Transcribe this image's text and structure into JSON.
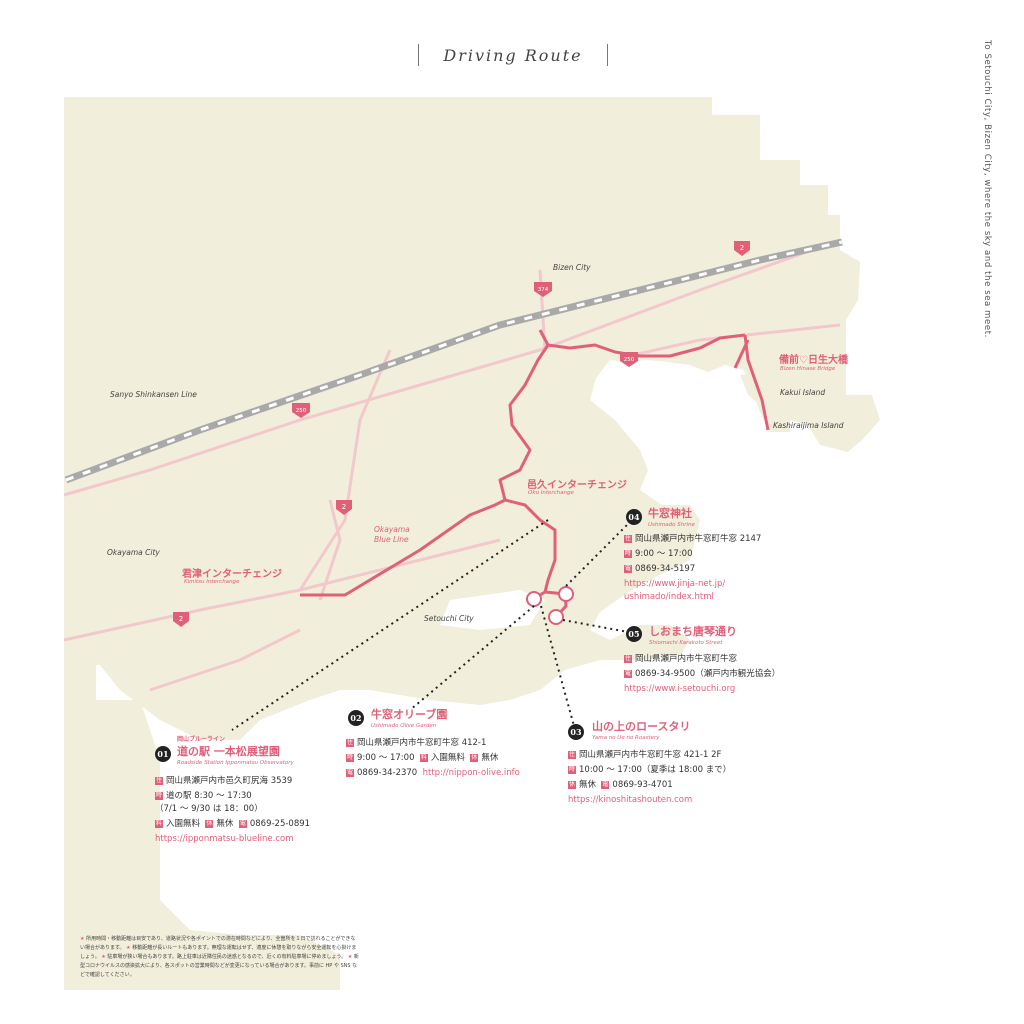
{
  "page_title": "Driving Route",
  "side_caption": "To Setouchi City, Bizen City, where the sky and the sea meet.",
  "colors": {
    "land": "#f1eedb",
    "route": "#e0607a",
    "road": "#f3c8cc",
    "rail_dark": "#a9a9a9",
    "rail_light": "#ffffff"
  },
  "map_labels": {
    "bizen_city": "Bizen City",
    "sanyo_line": "Sanyo Shinkansen Line",
    "okayama_city": "Okayama City",
    "setouchi_city": "Setouchi City",
    "kakui": "Kakui Island",
    "kashiraijima": "Kashiraijima Island",
    "blue_line_1": "Okayama",
    "blue_line_2": "Blue Line"
  },
  "road_shields": {
    "r2a": "2",
    "r2b": "2",
    "r2c": "2",
    "r374": "374",
    "r250a": "250",
    "r250b": "250"
  },
  "places": {
    "bizen_bridge": {
      "jp": "備前♡日生大橋",
      "en": "Bizen Hinase Bridge"
    },
    "oku_ic": {
      "jp": "邑久インターチェンジ",
      "en": "Oku Interchange"
    },
    "kimitsu_ic": {
      "jp": "君津インターチェンジ",
      "en": "Kimitsu Interchange"
    }
  },
  "spots": [
    {
      "num": "01",
      "kicker": "岡山ブルーライン",
      "name": "道の駅 一本松展望園",
      "en": "Roadside Station Ipponmatsu Observatory",
      "address": "岡山県瀬戸内市邑久町尻海 3539",
      "hours": "道の駅 8:30 〜 17:30",
      "hours2": "（7/1 〜 9/30 は 18：00）",
      "fee": "入園無料",
      "closed": "無休",
      "tel": "0869-25-0891",
      "url": "https://ipponmatsu-blueline.com"
    },
    {
      "num": "02",
      "name": "牛窓オリーブ園",
      "en": "Ushimado Olive Garden",
      "address": "岡山県瀬戸内市牛窓町牛窓 412-1",
      "hours": "9:00 〜 17:00",
      "fee": "入園無料",
      "closed": "無休",
      "tel": "0869-34-2370",
      "url": "http://nippon-olive.info"
    },
    {
      "num": "03",
      "name": "山の上のロースタリ",
      "en": "Yama no Ue no Roastery",
      "address": "岡山県瀬戸内市牛窓町牛窓 421-1 2F",
      "hours": "10:00 〜 17:00（夏季は 18:00 まで）",
      "closed": "無休",
      "tel": "0869-93-4701",
      "url": "https://kinoshitashouten.com"
    },
    {
      "num": "04",
      "name": "牛窓神社",
      "en": "Ushimado Shrine",
      "address": "岡山県瀬戸内市牛窓町牛窓 2147",
      "hours": "9:00 〜 17:00",
      "tel": "0869-34-5197",
      "url": "https://www.jinja-net.jp/",
      "url2": "ushimado/index.html"
    },
    {
      "num": "05",
      "name": "しおまち唐琴通り",
      "en": "Shiomachi Karakoto Street",
      "address": "岡山県瀬戸内市牛窓町牛窓",
      "tel": "0869-34-9500（瀬戸内市観光協会）",
      "url": "https://www.i-setouchi.org"
    }
  ],
  "tags": {
    "address": "住",
    "hours": "時",
    "fee": "料",
    "closed": "休",
    "tel": "電"
  },
  "notes": [
    "所用時間・移動距離は目安であり、道路状況や各ポイントでの滞在時間などにより、全箇所を１日で訪れることができない場合があります。",
    "移動距離が長いルートもあります。無理な運転はせず、適度に休憩を取りながら安全運転を心掛けましょう。",
    "駐車場が狭い場合もあります。路上駐車は近隣住民の迷惑となるので、近くの有料駐車場に停めましょう。",
    "新型コロナウイルスの感染拡大により、各スポットの営業時間などが変更になっている場合があります。事前に HP や SNS などで確認してください。"
  ]
}
